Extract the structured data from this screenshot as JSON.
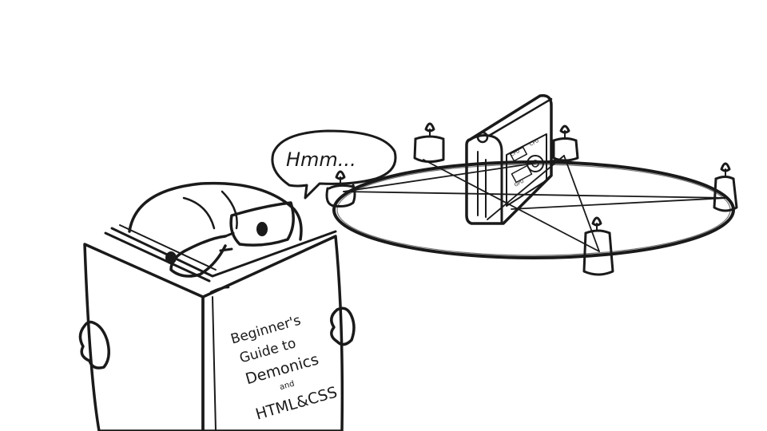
{
  "speech_bubble": {
    "text": "Hmm..."
  },
  "book": {
    "title_lines": [
      "Beginner's",
      "Guide to",
      "Demonics",
      "and",
      "HTML&CSS"
    ]
  },
  "computer": {
    "labels": [
      "CPU",
      "GPU",
      "CPU"
    ]
  },
  "colors": {
    "ink": "#1a1a1a",
    "paper": "#ffffff"
  }
}
